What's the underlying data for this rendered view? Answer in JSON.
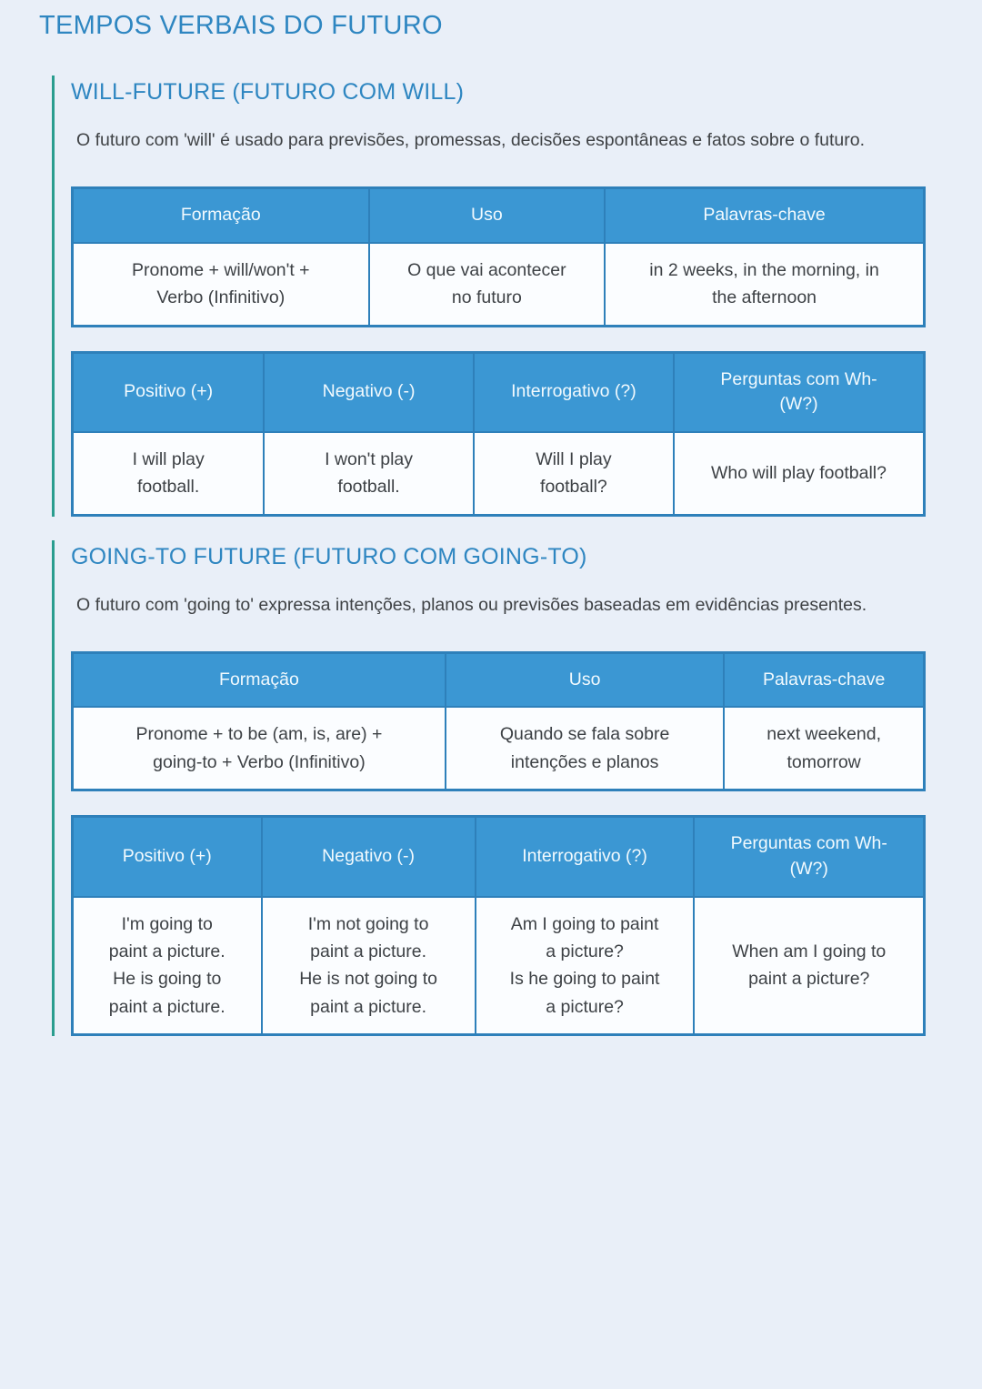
{
  "page": {
    "title": "TEMPOS VERBAIS DO FUTURO"
  },
  "colors": {
    "page_background": "#e9eff8",
    "heading_blue": "#2e86c1",
    "table_header_blue": "#3b97d3",
    "table_border_blue": "#2e80ba",
    "section_accent_teal": "#2a9d8f",
    "cell_background": "#fbfdff",
    "body_text": "#3f4245"
  },
  "sections": [
    {
      "heading": "WILL-FUTURE (FUTURO COM WILL)",
      "description": "O futuro com 'will' é usado para previsões, promessas, decisões espontâneas e fatos sobre o futuro.",
      "tables": [
        {
          "headers": [
            "Formação",
            "Uso",
            "Palavras-chave"
          ],
          "rows": [
            [
              "Pronome + will/won't +\nVerbo (Infinitivo)",
              "O que vai acontecer\nno futuro",
              "in 2 weeks, in the morning, in\nthe afternoon"
            ]
          ]
        },
        {
          "headers": [
            "Positivo (+)",
            "Negativo (-)",
            "Interrogativo (?)",
            "Perguntas com Wh-\n(W?)"
          ],
          "rows": [
            [
              "I will play\nfootball.",
              "I won't play\nfootball.",
              "Will I play\nfootball?",
              "Who will play football?"
            ]
          ]
        }
      ]
    },
    {
      "heading": "GOING-TO FUTURE (FUTURO COM GOING-TO)",
      "description": "O futuro com 'going to' expressa intenções, planos ou previsões baseadas em evidências presentes.",
      "tables": [
        {
          "headers": [
            "Formação",
            "Uso",
            "Palavras-chave"
          ],
          "rows": [
            [
              "Pronome + to be (am, is, are) +\ngoing-to + Verbo (Infinitivo)",
              "Quando se fala sobre\nintenções e planos",
              "next weekend,\ntomorrow"
            ]
          ]
        },
        {
          "headers": [
            "Positivo (+)",
            "Negativo (-)",
            "Interrogativo (?)",
            "Perguntas com Wh-\n(W?)"
          ],
          "rows": [
            [
              "I'm going to\npaint a picture.\nHe is going to\npaint a picture.",
              "I'm not going to\npaint a picture.\nHe is not going to\npaint a picture.",
              "Am I going to paint\na picture?\nIs he going to paint\na picture?",
              "When am I going to\npaint a picture?"
            ]
          ]
        }
      ]
    }
  ]
}
